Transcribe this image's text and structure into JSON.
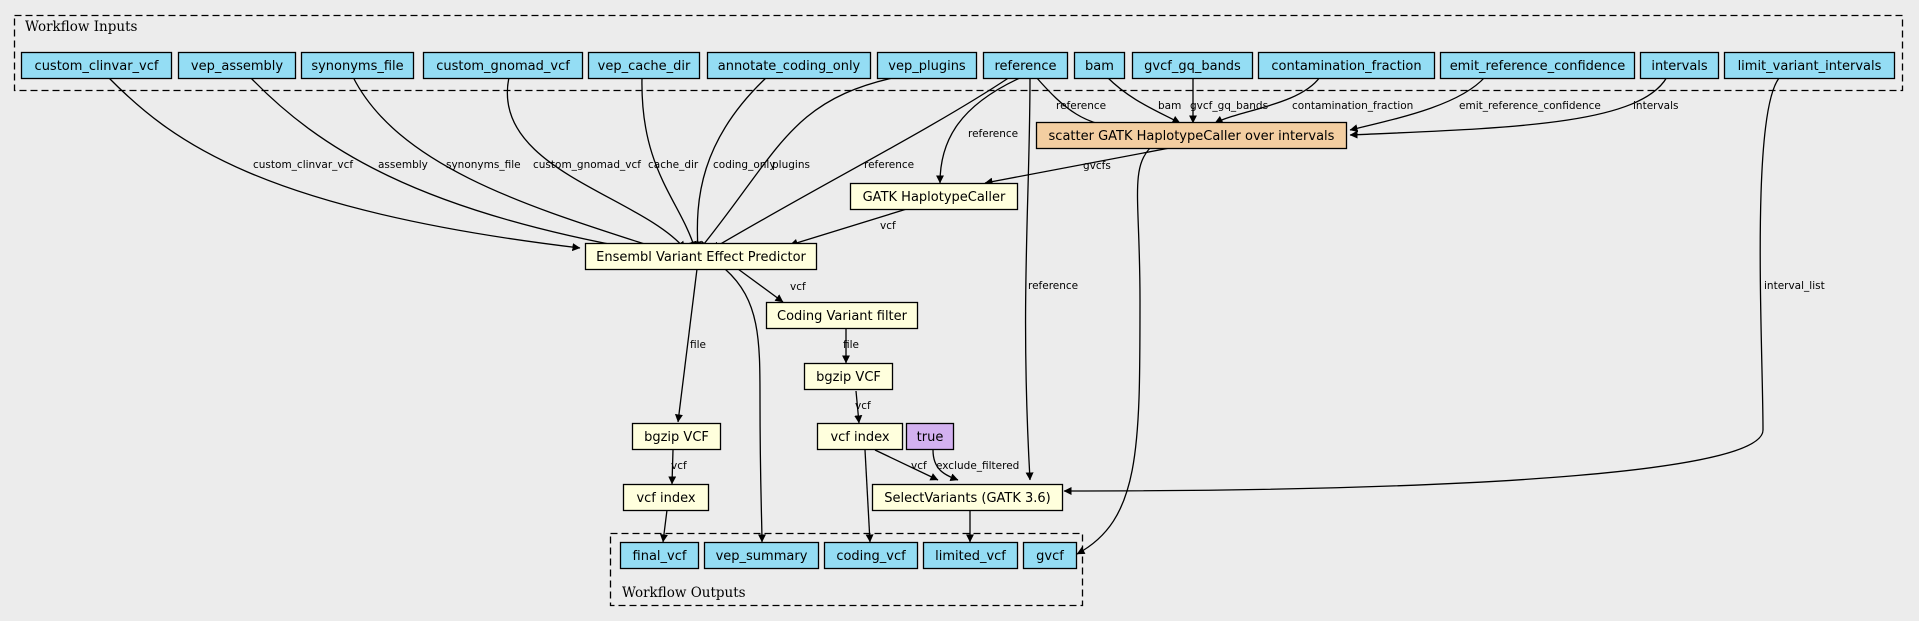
{
  "clusters": {
    "inputs_label": "Workflow Inputs",
    "outputs_label": "Workflow Outputs"
  },
  "colors": {
    "background": "#ececec",
    "io_node": "#94ddf4",
    "step_node": "#ffffdd",
    "scatter_node": "#f3cea1",
    "constant_node": "#d3b1f0"
  },
  "inputs": [
    "custom_clinvar_vcf",
    "vep_assembly",
    "synonyms_file",
    "custom_gnomad_vcf",
    "vep_cache_dir",
    "annotate_coding_only",
    "vep_plugins",
    "reference",
    "bam",
    "gvcf_gq_bands",
    "contamination_fraction",
    "emit_reference_confidence",
    "intervals",
    "limit_variant_intervals"
  ],
  "steps": {
    "scatter": "scatter GATK HaplotypeCaller over intervals",
    "haplotypecaller": "GATK HaplotypeCaller",
    "vep": "Ensembl Variant Effect Predictor",
    "coding_filter": "Coding Variant filter",
    "bgzip_coding": "bgzip VCF",
    "index_coding": "vcf index",
    "bgzip_final": "bgzip VCF",
    "index_final": "vcf index",
    "select_variants": "SelectVariants (GATK 3.6)"
  },
  "constants": {
    "true_const": "true"
  },
  "outputs": [
    "final_vcf",
    "vep_summary",
    "coding_vcf",
    "limited_vcf",
    "gvcf"
  ],
  "edge_labels": {
    "clinvar": "custom_clinvar_vcf",
    "assembly": "assembly",
    "synonyms": "synonyms_file",
    "gnomad": "custom_gnomad_vcf",
    "cache": "cache_dir",
    "coding_only": "coding_only",
    "plugins": "plugins",
    "ref_vep": "reference",
    "ref_hc": "reference",
    "ref_scatter": "reference",
    "bam": "bam",
    "gq_bands": "gvcf_gq_bands",
    "contamination": "contamination_fraction",
    "emit_ref": "emit_reference_confidence",
    "intervals": "intervals",
    "gvcfs": "gvcfs",
    "hc_vcf": "vcf",
    "vep_vcf": "vcf",
    "vep_file": "file",
    "filter_file": "file",
    "bgzip_vcf": "vcf",
    "bgzip2_vcf": "vcf",
    "index_vcf": "vcf",
    "exclude": "exclude_filtered",
    "ref_select": "reference",
    "interval_list": "interval_list"
  }
}
